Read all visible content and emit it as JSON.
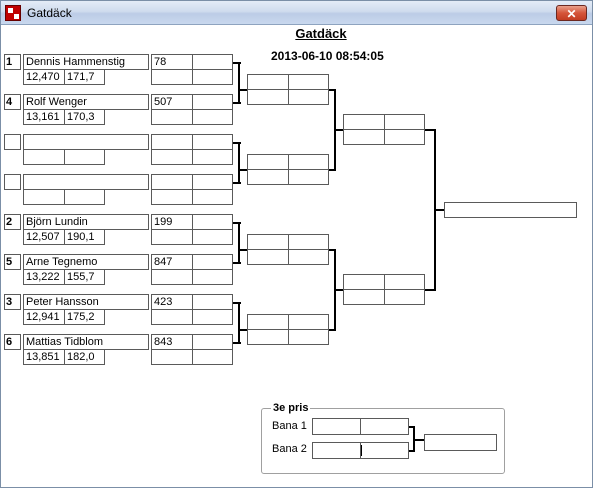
{
  "window": {
    "title": "Gatdäck",
    "close_glyph": "✕"
  },
  "header": {
    "title": "Gatdäck",
    "datetime": "2013-06-10 08:54:05"
  },
  "bracket": {
    "entries": [
      {
        "seed": "1",
        "name": "Dennis Hammenstig",
        "val1": "12,470",
        "val2": "171,7",
        "score": "78"
      },
      {
        "seed": "4",
        "name": "Rolf Wenger",
        "val1": "13,161",
        "val2": "170,3",
        "score": "507"
      },
      {
        "seed": "",
        "name": "",
        "val1": "",
        "val2": "",
        "score": ""
      },
      {
        "seed": "",
        "name": "",
        "val1": "",
        "val2": "",
        "score": ""
      },
      {
        "seed": "2",
        "name": "Björn Lundin",
        "val1": "12,507",
        "val2": "190,1",
        "score": "199"
      },
      {
        "seed": "5",
        "name": "Arne Tegnemo",
        "val1": "13,222",
        "val2": "155,7",
        "score": "847"
      },
      {
        "seed": "3",
        "name": "Peter Hansson",
        "val1": "12,941",
        "val2": "175,2",
        "score": "423"
      },
      {
        "seed": "6",
        "name": "Mattias Tidblom",
        "val1": "13,851",
        "val2": "182,0",
        "score": "843"
      }
    ]
  },
  "third_place": {
    "legend": "3e pris",
    "lane1_label": "Bana 1",
    "lane2_label": "Bana 2"
  }
}
